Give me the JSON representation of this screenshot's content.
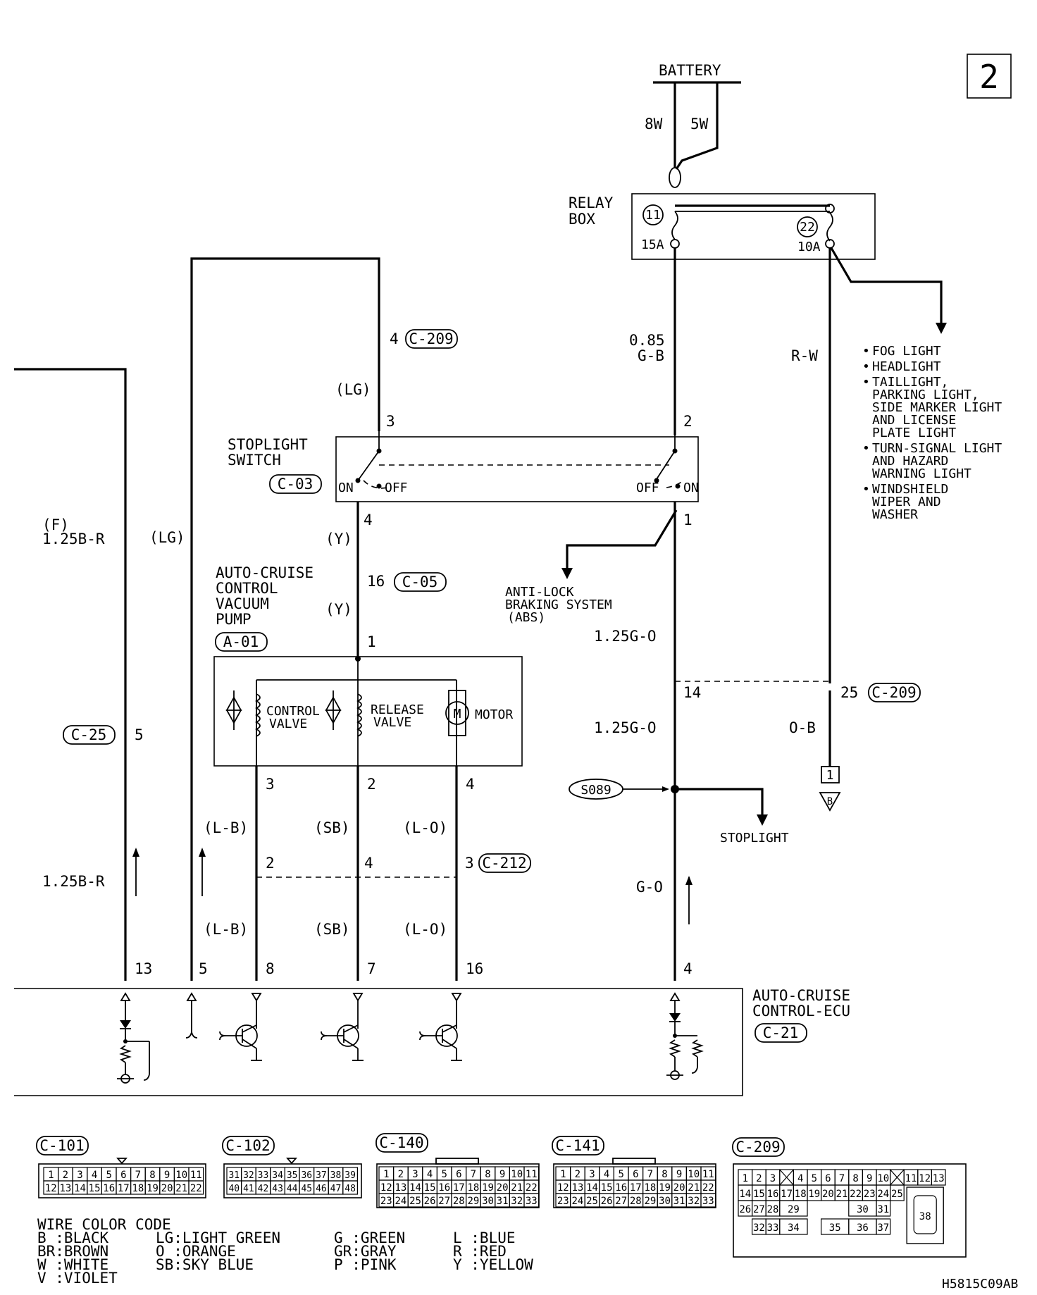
{
  "page_number": "2",
  "figure_code": "H5815C09AB",
  "battery": {
    "label": "BATTERY",
    "wire_a": "8W",
    "wire_b": "5W"
  },
  "relay_box": {
    "title_1": "RELAY",
    "title_2": "BOX",
    "fuse_1": {
      "num": "11",
      "amp": "15A"
    },
    "fuse_2": {
      "num": "22",
      "amp": "10A"
    }
  },
  "right_wires": {
    "rw": "R-W",
    "gb_1": "0.85",
    "gb_2": "G-B",
    "g_o_1": "1.25G-O",
    "g_o_2": "1.25G-O",
    "o_b": "O-B",
    "g_o_3": "G-O"
  },
  "loads": [
    "FOG LIGHT",
    "HEADLIGHT",
    "TAILLIGHT,",
    "PARKING LIGHT,",
    "SIDE MARKER LIGHT",
    "AND LICENSE",
    "PLATE LIGHT",
    "TURN-SIGNAL LIGHT",
    "AND HAZARD",
    "WARNING LIGHT",
    "WINDSHIELD",
    "WIPER AND",
    "WASHER"
  ],
  "stoplight_switch": {
    "title_1": "STOPLIGHT",
    "title_2": "SWITCH",
    "connector": "C-03",
    "on_left": "ON",
    "off_left": "OFF",
    "off_right": "OFF",
    "on_right": "ON",
    "pin_3": "3",
    "pin_2": "2",
    "pin_4": "4",
    "pin_1": "1"
  },
  "c209_top": {
    "pin": "4",
    "connector": "C-209"
  },
  "abs": {
    "line_1": "ANTI-LOCK",
    "line_2": "BRAKING SYSTEM",
    "line_3": "(ABS)"
  },
  "vacuum_pump": {
    "title": [
      "AUTO-CRUISE",
      "CONTROL",
      "VACUUM",
      "PUMP"
    ],
    "connector": "A-01",
    "pin_16": "16",
    "connector_c05": "C-05",
    "pin_1": "1",
    "control_valve_1": "CONTROL",
    "control_valve_2": "VALVE",
    "release_valve_1": "RELEASE",
    "release_valve_2": "VALVE",
    "motor": "MOTOR",
    "motor_symbol": "M"
  },
  "left_wires": {
    "lg_1": "(LG)",
    "lg_2": "(LG)",
    "y_1": "(Y)",
    "y_2": "(Y)",
    "f_label": "(F)",
    "b_r_1": "1.25B-R",
    "b_r_2": "1.25B-R",
    "c25": "C-25",
    "c25_pin": "5"
  },
  "pump_pins": {
    "p3": "3",
    "p2": "2",
    "p4": "4"
  },
  "c212": {
    "pin_2": "2",
    "pin_4": "4",
    "pin_3": "3",
    "connector": "C-212"
  },
  "pump_wires": {
    "lb_1": "(L-B)",
    "sb_1": "(SB)",
    "lo_1": "(L-O)",
    "lb_2": "(L-B)",
    "sb_2": "(SB)",
    "lo_2": "(L-O)"
  },
  "c209_bottom": {
    "pin_14": "14",
    "pin_25": "25",
    "connector": "C-209"
  },
  "splice": {
    "id": "S089",
    "stoplight": "STOPLIGHT"
  },
  "ground_ref": {
    "box": "1",
    "tri": "B"
  },
  "ecu": {
    "title_1": "AUTO-CRUISE",
    "title_2": "CONTROL-ECU",
    "connector": "C-21",
    "pins": [
      "13",
      "5",
      "8",
      "7",
      "16",
      "4"
    ]
  },
  "connector_views": {
    "c101": {
      "label": "C-101",
      "rows": [
        [
          "1",
          "2",
          "3",
          "4",
          "5",
          "6",
          "7",
          "8",
          "9",
          "10",
          "11"
        ],
        [
          "12",
          "13",
          "14",
          "15",
          "16",
          "17",
          "18",
          "19",
          "20",
          "21",
          "22"
        ]
      ]
    },
    "c102": {
      "label": "C-102",
      "rows": [
        [
          "31",
          "32",
          "33",
          "34",
          "35",
          "36",
          "37",
          "38",
          "39"
        ],
        [
          "40",
          "41",
          "42",
          "43",
          "44",
          "45",
          "46",
          "47",
          "48"
        ]
      ]
    },
    "c140": {
      "label": "C-140",
      "rows": [
        [
          "1",
          "2",
          "3",
          "4",
          "5",
          "6",
          "7",
          "8",
          "9",
          "10",
          "11"
        ],
        [
          "12",
          "13",
          "14",
          "15",
          "16",
          "17",
          "18",
          "19",
          "20",
          "21",
          "22"
        ],
        [
          "23",
          "24",
          "25",
          "26",
          "27",
          "28",
          "29",
          "30",
          "31",
          "32",
          "33"
        ]
      ]
    },
    "c141": {
      "label": "C-141",
      "rows": [
        [
          "1",
          "2",
          "3",
          "4",
          "5",
          "6",
          "7",
          "8",
          "9",
          "10",
          "11"
        ],
        [
          "12",
          "13",
          "14",
          "15",
          "16",
          "17",
          "18",
          "19",
          "20",
          "21",
          "22"
        ],
        [
          "23",
          "24",
          "25",
          "26",
          "27",
          "28",
          "29",
          "30",
          "31",
          "32",
          "33"
        ]
      ]
    },
    "c209": {
      "label": "C-209",
      "row1": [
        "1",
        "2",
        "3",
        "",
        "4",
        "5",
        "6",
        "7",
        "8",
        "9",
        "10",
        "",
        "11",
        "12",
        "13"
      ],
      "row2": [
        "14",
        "15",
        "16",
        "17",
        "18",
        "19",
        "20",
        "21",
        "22",
        "23",
        "24",
        "25"
      ],
      "row3": [
        "26",
        "27",
        "28",
        "29",
        "30",
        "31"
      ],
      "row4": [
        "32",
        "33",
        "34",
        "35",
        "36",
        "37"
      ],
      "big": "38"
    }
  },
  "wire_color_code": {
    "title": "WIRE COLOR CODE",
    "col1": [
      "B :BLACK",
      "BR:BROWN",
      "W :WHITE",
      "V :VIOLET"
    ],
    "col2": [
      "LG:LIGHT GREEN",
      "O :ORANGE",
      "SB:SKY BLUE"
    ],
    "col3": [
      "G :GREEN",
      "GR:GRAY",
      "P :PINK"
    ],
    "col4": [
      "L :BLUE",
      "R :RED",
      "Y :YELLOW"
    ]
  }
}
